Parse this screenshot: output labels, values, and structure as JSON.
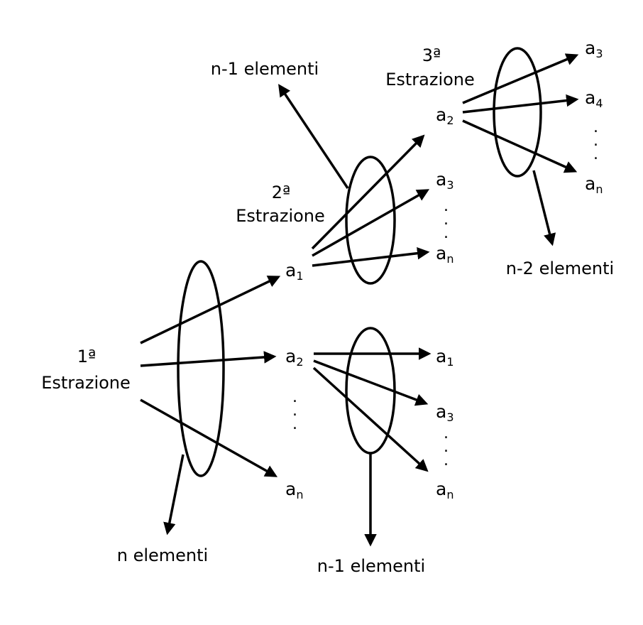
{
  "stage1": {
    "ordinal": "1ª",
    "label": "Estrazione",
    "count": "n elementi",
    "outputs": [
      {
        "base": "a",
        "sub": "1"
      },
      {
        "base": "a",
        "sub": "2"
      },
      {
        "base": "a",
        "sub": "n"
      }
    ],
    "dots": ".\n.\n."
  },
  "stage2": {
    "ordinal": "2ª",
    "label": "Estrazione",
    "count_top": "n-1 elementi",
    "count_bottom": "n-1 elementi",
    "outputs_from_a1": [
      {
        "base": "a",
        "sub": "2"
      },
      {
        "base": "a",
        "sub": "3"
      },
      {
        "base": "a",
        "sub": "n"
      }
    ],
    "outputs_from_a2": [
      {
        "base": "a",
        "sub": "1"
      },
      {
        "base": "a",
        "sub": "3"
      },
      {
        "base": "a",
        "sub": "n"
      }
    ]
  },
  "stage3": {
    "ordinal": "3ª",
    "label": "Estrazione",
    "count": "n-2 elementi",
    "outputs": [
      {
        "base": "a",
        "sub": "3"
      },
      {
        "base": "a",
        "sub": "4"
      },
      {
        "base": "a",
        "sub": "n"
      }
    ]
  }
}
